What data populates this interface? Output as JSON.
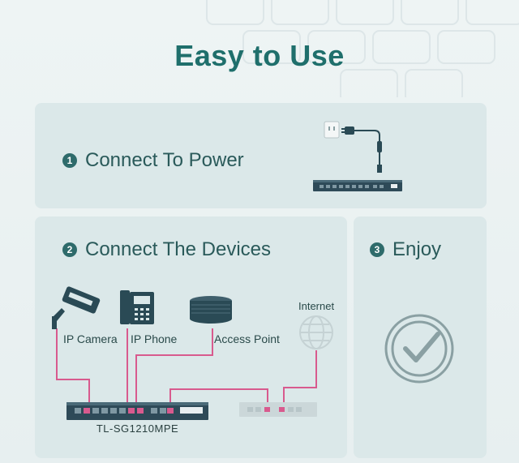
{
  "title": "Easy to Use",
  "steps": [
    {
      "num": "1",
      "label": "Connect To Power"
    },
    {
      "num": "2",
      "label": "Connect The Devices"
    },
    {
      "num": "3",
      "label": "Enjoy"
    }
  ],
  "devices": {
    "camera": "IP Camera",
    "phone": "IP Phone",
    "access_point": "Access Point",
    "internet": "Internet"
  },
  "model": "TL-SG1210MPE",
  "colors": {
    "title": "#1f6f6c",
    "card": "#dbe8e9",
    "cable": "#d85a8e",
    "device": "#2a4a55"
  }
}
